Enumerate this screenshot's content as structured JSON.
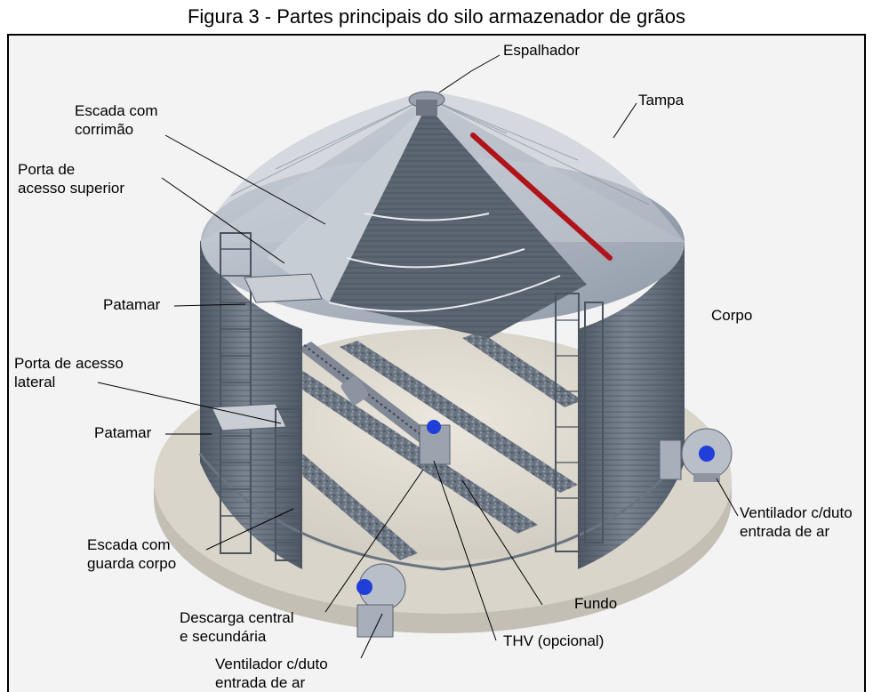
{
  "figure": {
    "title": "Figura 3 - Partes principais do silo armazenador de grãos"
  },
  "labels": {
    "espalhador": "Espalhador",
    "tampa": "Tampa",
    "escada_corrimao": [
      "Escada com",
      "corrimão"
    ],
    "porta_superior": [
      "Porta de",
      "acesso superior"
    ],
    "patamar_top": "Patamar",
    "corpo": "Corpo",
    "porta_lateral": [
      "Porta de acesso",
      "lateral"
    ],
    "patamar_bottom": "Patamar",
    "ventilador_right": [
      "Ventilador c/duto",
      "entrada de ar"
    ],
    "escada_guarda": [
      "Escada com",
      "guarda corpo"
    ],
    "fundo": "Fundo",
    "descarga": [
      "Descarga central",
      "e secundária"
    ],
    "thv": "THV (opcional)",
    "ventilador_bottom": [
      "Ventilador c/duto",
      "entrada de ar"
    ]
  },
  "colors": {
    "background": "#f3f3f4",
    "silo_wall": "#5c6672",
    "roof": "#a9b2be",
    "floor": "#dcd8cf",
    "base_ring": "#cfcac0",
    "aeration_channel": "#6d7682",
    "roof_rail": "#b0141a",
    "fan_motor": "#1f3fd8",
    "leader_line": "#000000"
  }
}
